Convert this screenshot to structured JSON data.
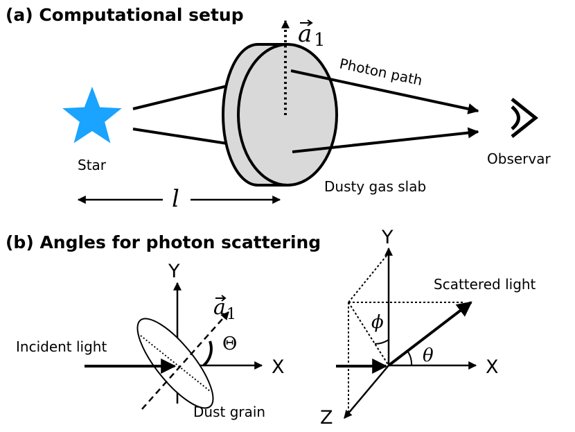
{
  "panel_a": {
    "title": "(a) Computational setup",
    "star_label": "Star",
    "observer_label": "Observar",
    "slab_label": "Dusty gas slab",
    "photon_path_label": "Photon path",
    "axis_vector_symbol": "a",
    "axis_vector_subscript": "1",
    "distance_symbol": "l",
    "colors": {
      "star": "#1aa3ff",
      "slab_fill": "#d9d9d9"
    }
  },
  "panel_b": {
    "title": "(b) Angles for photon scattering",
    "left": {
      "y_label": "Y",
      "x_label": "X",
      "incident_label": "Incident light",
      "grain_label": "Dust grain",
      "axis_vector_symbol": "a",
      "axis_vector_subscript": "1",
      "angle_symbol": "Θ"
    },
    "right": {
      "y_label": "Y",
      "x_label": "X",
      "z_label": "Z",
      "scattered_label": "Scattered light",
      "phi_symbol": "ϕ",
      "theta_symbol": "θ"
    }
  }
}
